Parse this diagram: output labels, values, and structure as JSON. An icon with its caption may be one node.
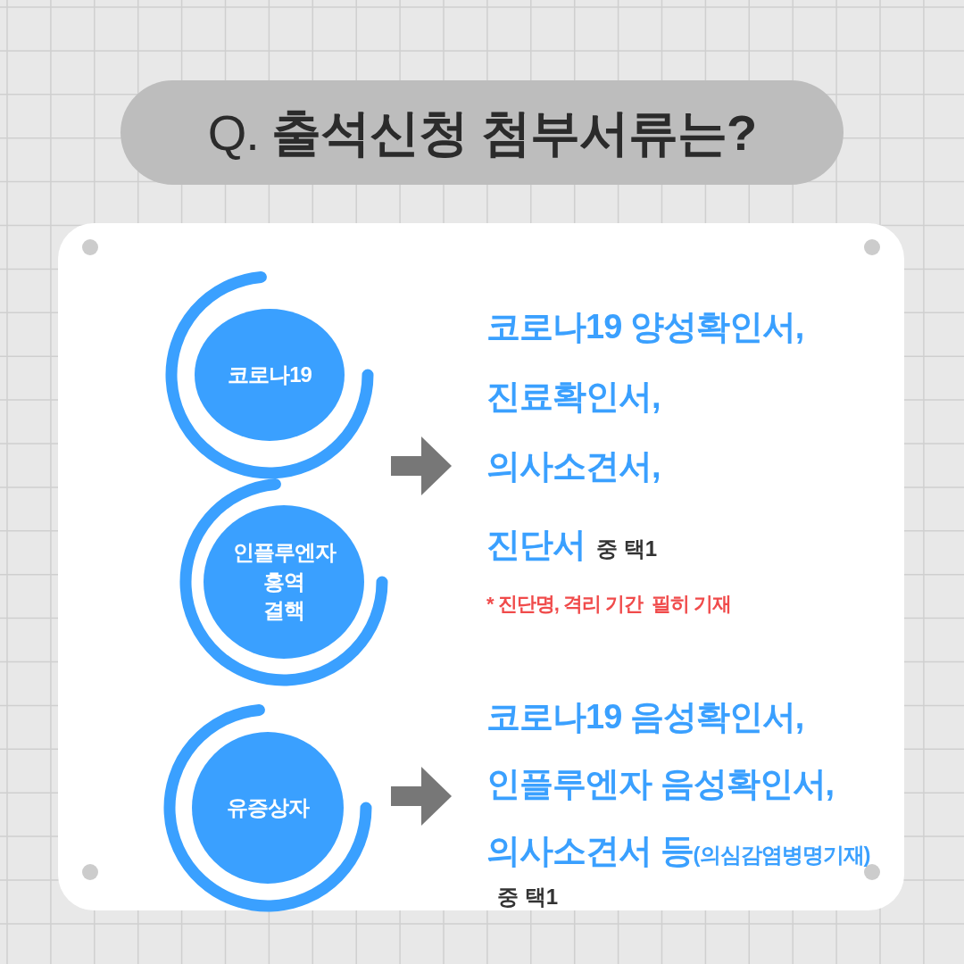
{
  "diagram": {
    "title": "Q. **출석신청 첨부서류는?**",
    "nodes": [
      {
        "text": [
          "코로나19"
        ]
      },
      {
        "text": [
          "인플루엔자 홍역 결핵"
        ]
      },
      {
        "text": [
          "유증상자"
        ]
      },
      {
        "text": [
          "코로나19 양성확인서,",
          "진료확인서,",
          "의사소견서,",
          "진단서",
          "중 택1"
        ],
        "beside": [
          "* 진단명, 격리 기간  필히 기재"
        ]
      },
      {
        "text": [
          "코로나19 음성확인서,",
          "인플루엔자 음성확인서,",
          "의사소견서 등",
          "(의심감염병명기재)",
          "중 택1"
        ]
      }
    ],
    "edges": [
      {
        "from": null,
        "to": 3,
        "arrow": "to"
      },
      {
        "from": null,
        "to": 4,
        "arrow": "to"
      }
    ]
  }
}
